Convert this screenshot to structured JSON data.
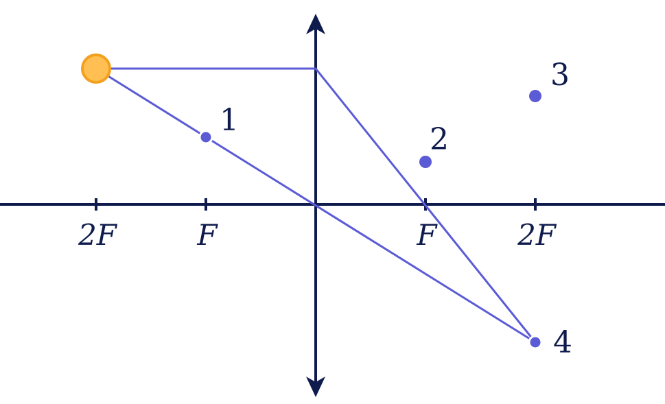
{
  "colors": {
    "axis": "#0f1b4d",
    "ray": "#5b5bd6",
    "point": "#5b5bd6",
    "source_fill": "#ffbf52",
    "source_stroke": "#f2a11f",
    "background": "#ffffff"
  },
  "axis_labels": {
    "left_2f": "2F",
    "left_f": "F",
    "right_f": "F",
    "right_2f": "2F"
  },
  "points": {
    "p1": "1",
    "p2": "2",
    "p3": "3",
    "p4": "4"
  },
  "objects": {
    "source": "orange-circle-source",
    "lens": "converging-lens-double-arrow"
  }
}
